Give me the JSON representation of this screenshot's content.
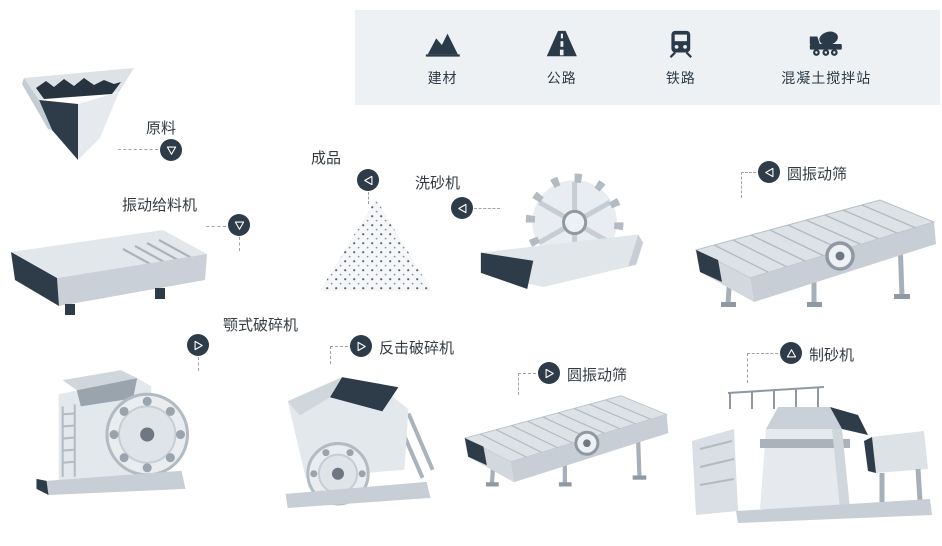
{
  "legend": {
    "items": [
      {
        "label": "建材",
        "icon": "building-materials-icon"
      },
      {
        "label": "公路",
        "icon": "highway-icon"
      },
      {
        "label": "铁路",
        "icon": "railway-icon"
      },
      {
        "label": "混凝土搅拌站",
        "icon": "concrete-mixer-icon"
      }
    ]
  },
  "nodes": {
    "raw_material": {
      "label": "原料"
    },
    "vibrating_feeder": {
      "label": "振动给料机"
    },
    "finished_product": {
      "label": "成品"
    },
    "sand_washer": {
      "label": "洗砂机"
    },
    "circular_screen_top": {
      "label": "圆振动筛"
    },
    "jaw_crusher": {
      "label": "颚式破碎机"
    },
    "impact_crusher": {
      "label": "反击破碎机"
    },
    "circular_screen_bottom": {
      "label": "圆振动筛"
    },
    "sand_maker": {
      "label": "制砂机"
    }
  },
  "colors": {
    "dark": "#2e3c4a",
    "legend_bg": "#eef1f4",
    "machine_light": "#e6eaee",
    "machine_mid": "#c7ced5",
    "connector": "#9aa4ad"
  }
}
